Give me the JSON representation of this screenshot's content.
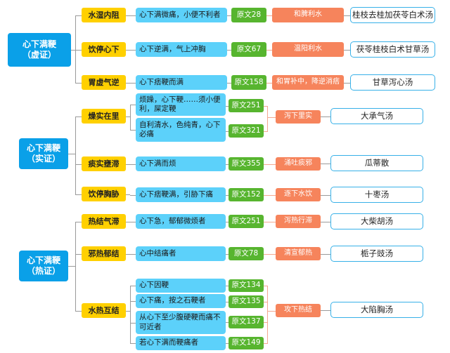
{
  "groups": [
    {
      "label": "心下满鞕\n（虚证）",
      "items": [
        {
          "sub": "水湿内阻",
          "descs": [
            {
              "text": "心下满微痛，小便不利者",
              "src": "原文28"
            }
          ],
          "method": "和脾利水",
          "formula": "桂枝去桂加茯苓白术汤"
        },
        {
          "sub": "饮停心下",
          "descs": [
            {
              "text": "心下逆满，气上冲胸",
              "src": "原文67"
            }
          ],
          "method": "温阳利水",
          "formula": "茯苓桂枝白术甘草汤"
        },
        {
          "sub": "胃虚气逆",
          "descs": [
            {
              "text": "心下痞鞕而满",
              "src": "原文158"
            }
          ],
          "method": "和胃补中，降逆消痞",
          "formula": "甘草泻心汤"
        }
      ]
    },
    {
      "label": "心下满鞕\n（实证）",
      "items": [
        {
          "sub": "燥实在里",
          "descs": [
            {
              "text": "烦躁，心下鞕……须小便\n利，屎定鞕",
              "src": "原文251"
            },
            {
              "text": "自利清水，色纯青，心下\n必痛",
              "src": "原文321"
            }
          ],
          "method": "泻下里实",
          "formula": "大承气汤"
        },
        {
          "sub": "痰实壅滞",
          "descs": [
            {
              "text": "心下满而烦",
              "src": "原文355"
            }
          ],
          "method": "涌吐痰邪",
          "formula": "瓜蒂散"
        },
        {
          "sub": "饮停胸胁",
          "descs": [
            {
              "text": "心下痞鞕满，引胁下痛",
              "src": "原文152"
            }
          ],
          "method": "逐下水饮",
          "formula": "十枣汤"
        }
      ]
    },
    {
      "label": "心下满鞕\n（热证）",
      "items": [
        {
          "sub": "热结气滞",
          "descs": [
            {
              "text": "心下急，郁郁微烦者",
              "src": "原文251"
            }
          ],
          "method": "泻热行滞",
          "formula": "大柴胡汤"
        },
        {
          "sub": "邪热郁结",
          "descs": [
            {
              "text": "心中结痛者",
              "src": "原文78"
            }
          ],
          "method": "清宣郁热",
          "formula": "栀子豉汤"
        },
        {
          "sub": "水热互结",
          "descs": [
            {
              "text": "心下因鞕",
              "src": "原文134"
            },
            {
              "text": "心下痛，按之石鞕者",
              "src": "原文135"
            },
            {
              "text": "从心下至少腹硬鞕而痛不\n可近者",
              "src": "原文137"
            },
            {
              "text": "若心下满而鞕痛者",
              "src": "原文149"
            }
          ],
          "method": "攻下热结",
          "formula": "大陷胸汤"
        }
      ]
    }
  ]
}
